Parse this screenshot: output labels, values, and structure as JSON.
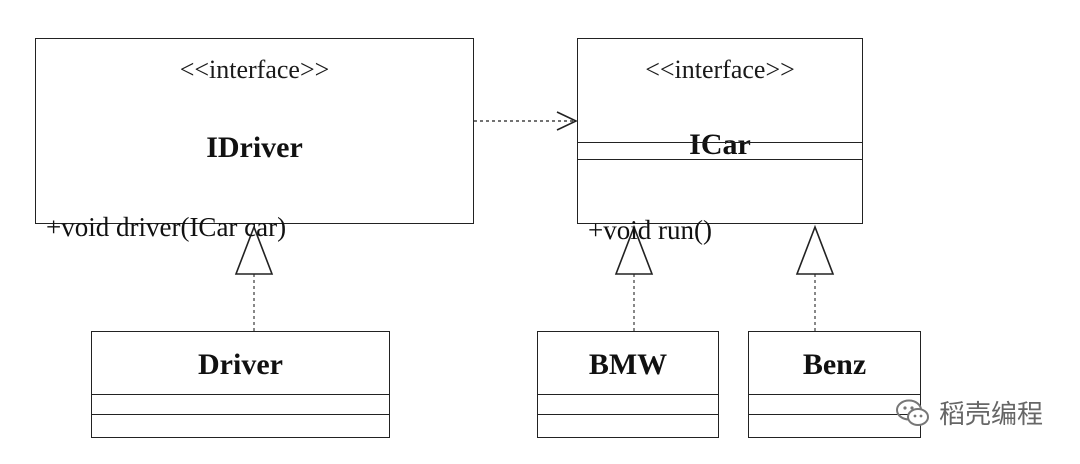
{
  "interfaces": {
    "idriver": {
      "stereotype": "<<interface>>",
      "name": "IDriver",
      "method": "+void driver(ICar car)"
    },
    "icar": {
      "stereotype": "<<interface>>",
      "name": "ICar",
      "method": "+void run()"
    }
  },
  "classes": {
    "driver": {
      "name": "Driver"
    },
    "bmw": {
      "name": "BMW"
    },
    "benz": {
      "name": "Benz"
    }
  },
  "relations": [
    {
      "type": "dependency",
      "from": "IDriver",
      "to": "ICar"
    },
    {
      "type": "realization",
      "from": "Driver",
      "to": "IDriver"
    },
    {
      "type": "realization",
      "from": "BMW",
      "to": "ICar"
    },
    {
      "type": "realization",
      "from": "Benz",
      "to": "ICar"
    }
  ],
  "watermark": {
    "icon": "wechat-icon",
    "text": "稻壳编程"
  },
  "colors": {
    "line": "#222222",
    "text": "#111111",
    "watermark": "#666666"
  }
}
